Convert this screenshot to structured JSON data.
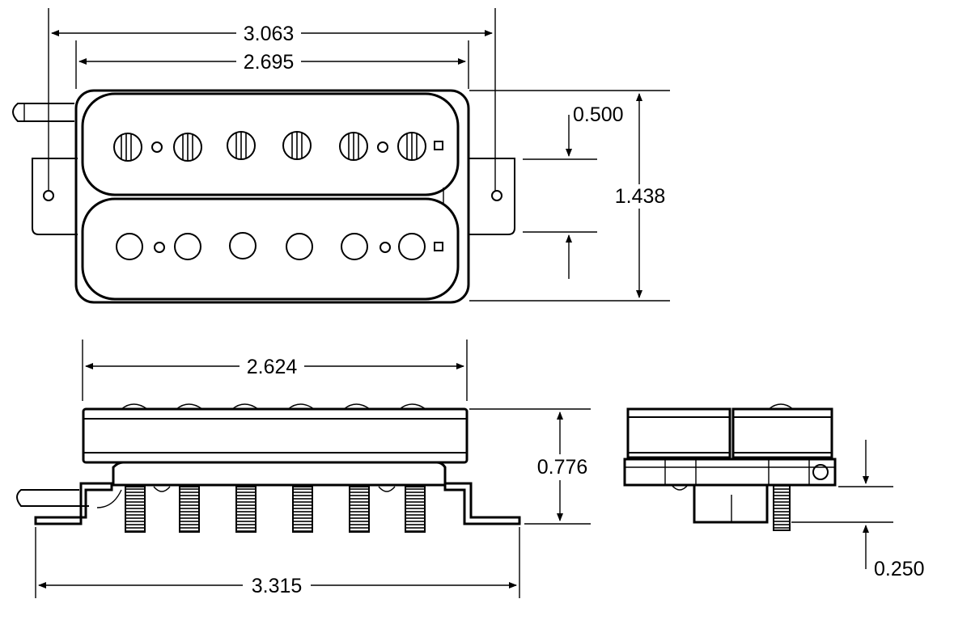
{
  "colors": {
    "line": "#000000",
    "background": "#ffffff"
  },
  "dimensions": {
    "overall_length": "3.063",
    "cover_length": "2.695",
    "coil_spacing": "0.500",
    "overall_width": "1.438",
    "side_cover_length": "2.624",
    "height": "0.776",
    "base_length": "3.315",
    "pole_extension": "0.250"
  }
}
